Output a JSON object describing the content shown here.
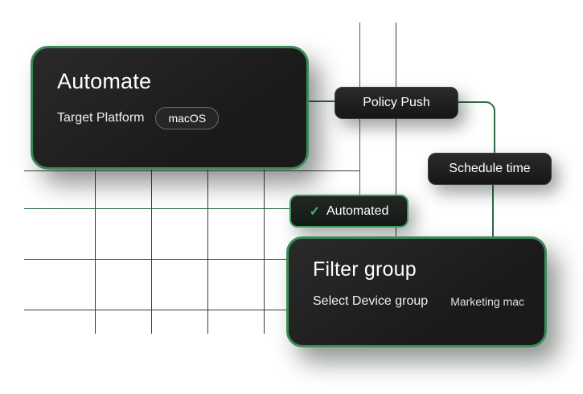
{
  "automate_card": {
    "title": "Automate",
    "label": "Target Platform",
    "badge": "macOS"
  },
  "policy_push": {
    "label": "Policy Push"
  },
  "schedule_time": {
    "label": "Schedule time"
  },
  "automated": {
    "check": "✓",
    "label": "Automated"
  },
  "filter_card": {
    "title": "Filter group",
    "label": "Select Device group",
    "value": "Marketing mac"
  },
  "colors": {
    "accent_green": "#3c8a58",
    "grid_green": "#2e6b45",
    "grid_dark": "#3a3a3a",
    "card_bg": "#1f1f1f",
    "check_green": "#4fb573"
  }
}
